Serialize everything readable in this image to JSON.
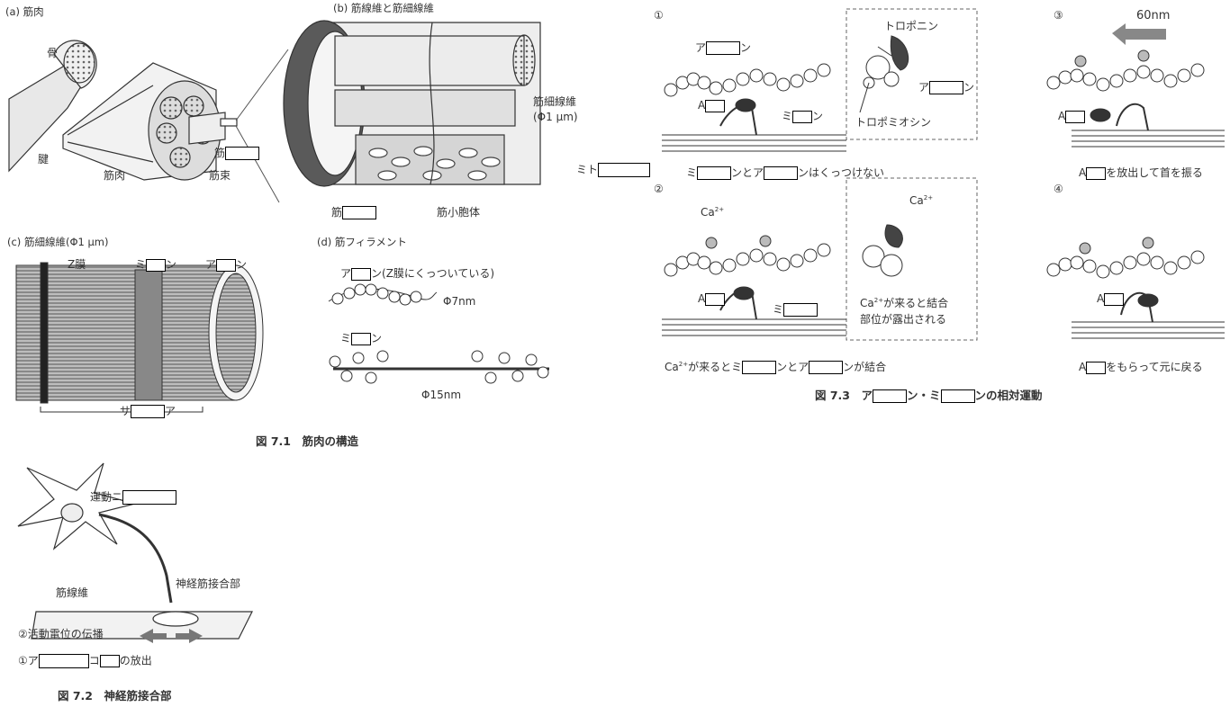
{
  "fig71": {
    "a_label": "(a) 筋肉",
    "b_label": "(b) 筋線維と筋細線維",
    "c_label": "(c) 筋細線維(Φ1 μm)",
    "d_label": "(d) 筋フィラメント",
    "bone": "骨",
    "tendon": "腱",
    "muscle": "筋肉",
    "bundle": "筋束",
    "fiber_prefix": "筋",
    "myofibril": "筋細線維",
    "myofibril_size": "(Φ1 μm)",
    "mito_prefix": "ミト",
    "sr": "筋小胞体",
    "z_membrane": "Z膜",
    "mi_a": "ミ",
    "n": "ン",
    "a_kata": "ア",
    "sa": "サ",
    "actin_note": "ン(Z膜にくっついている)",
    "d7": "Φ7nm",
    "d15": "Φ15nm",
    "caption": "図 7.1　筋肉の構造"
  },
  "fig72": {
    "motor_prefix": "運動ニ",
    "muscle_fiber": "筋線維",
    "nmj": "神経筋接合部",
    "prop": "②活動電位の伝播",
    "rel_a": "①ア",
    "rel_ko": "コ",
    "rel_suffix": "の放出",
    "caption": "図 7.2　神経筋接合部"
  },
  "fig73": {
    "s1": "①",
    "s2": "②",
    "s3": "③",
    "s4": "④",
    "nm60": "60nm",
    "troponin": "トロポニン",
    "tropomyosin": "トロポミオシン",
    "ca": "Ca",
    "ca_sup": "2+",
    "ca_note1": "が来ると結合",
    "ca_note2": "部位が露出される",
    "A": "A",
    "mi": "ミ",
    "a": "ア",
    "n": "ン",
    "c1_to": "ンとア",
    "c1_end": "ンはくっつけない",
    "c2_mid": "が来るとミ",
    "c2_to": "ンとア",
    "c2_end": "ンが結合",
    "c3_end": "を放出して首を振る",
    "c4_end": "をもらって元に戻る",
    "cap_pre": "図 7.3　ア",
    "cap_mid": "ン・ミ",
    "cap_end": "ンの相対運動"
  }
}
